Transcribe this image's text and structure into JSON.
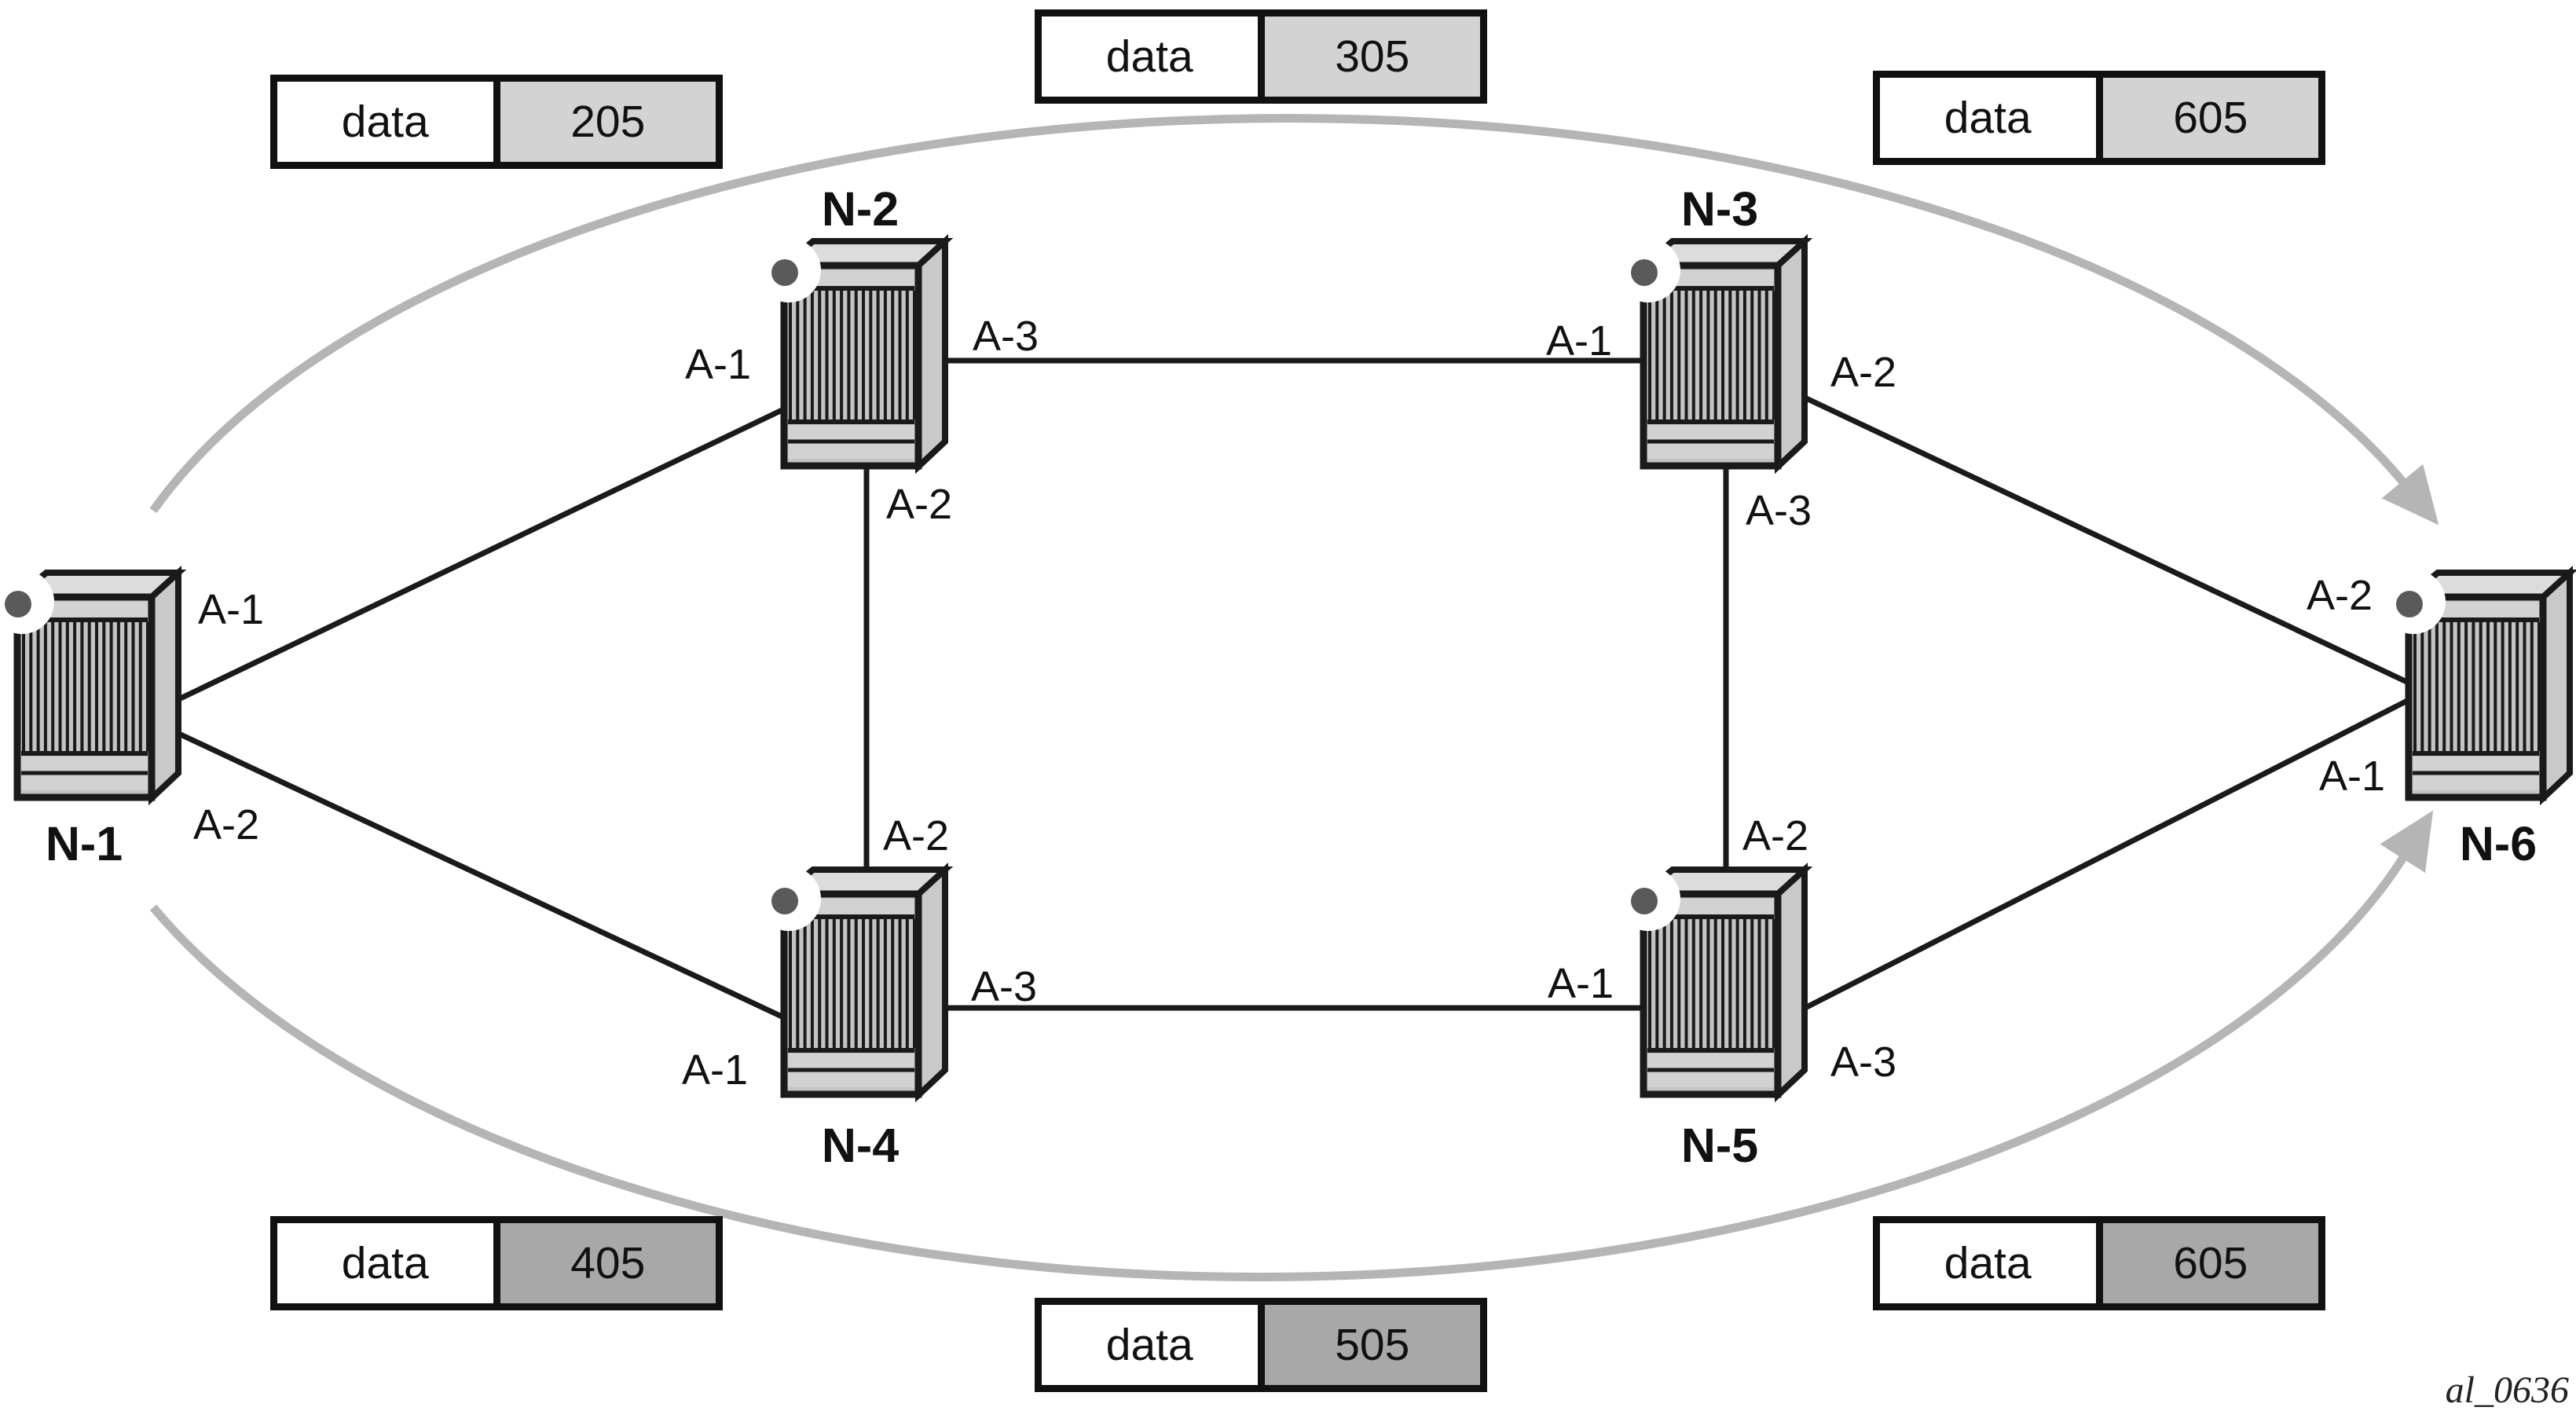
{
  "figure": {
    "watermark": "al_0636"
  },
  "packets": [
    {
      "field": "data",
      "value": "205",
      "shade": "light",
      "position": "top-left"
    },
    {
      "field": "data",
      "value": "305",
      "shade": "light",
      "position": "top-center"
    },
    {
      "field": "data",
      "value": "605",
      "shade": "light",
      "position": "top-right"
    },
    {
      "field": "data",
      "value": "405",
      "shade": "dark",
      "position": "bottom-left"
    },
    {
      "field": "data",
      "value": "505",
      "shade": "dark",
      "position": "bottom-center"
    },
    {
      "field": "data",
      "value": "605",
      "shade": "dark",
      "position": "bottom-right"
    }
  ],
  "nodes": [
    {
      "label": "N-1",
      "ports": [
        {
          "label": "A-1"
        },
        {
          "label": "A-2"
        }
      ]
    },
    {
      "label": "N-2",
      "ports": [
        {
          "label": "A-1"
        },
        {
          "label": "A-3"
        },
        {
          "label": "A-2"
        }
      ]
    },
    {
      "label": "N-3",
      "ports": [
        {
          "label": "A-1"
        },
        {
          "label": "A-2"
        },
        {
          "label": "A-3"
        }
      ]
    },
    {
      "label": "N-4",
      "ports": [
        {
          "label": "A-2"
        },
        {
          "label": "A-3"
        },
        {
          "label": "A-1"
        }
      ]
    },
    {
      "label": "N-5",
      "ports": [
        {
          "label": "A-2"
        },
        {
          "label": "A-1"
        },
        {
          "label": "A-3"
        }
      ]
    },
    {
      "label": "N-6",
      "ports": [
        {
          "label": "A-2"
        },
        {
          "label": "A-1"
        }
      ]
    }
  ],
  "links": [
    {
      "from": "N-1:A-1",
      "to": "N-2:A-1"
    },
    {
      "from": "N-1:A-2",
      "to": "N-4:A-1"
    },
    {
      "from": "N-2:A-3",
      "to": "N-3:A-1"
    },
    {
      "from": "N-2:A-2",
      "to": "N-4:A-2"
    },
    {
      "from": "N-3:A-3",
      "to": "N-5:A-2"
    },
    {
      "from": "N-3:A-2",
      "to": "N-6:A-2"
    },
    {
      "from": "N-4:A-3",
      "to": "N-5:A-1"
    },
    {
      "from": "N-5:A-3",
      "to": "N-6:A-1"
    }
  ],
  "flows": [
    {
      "route": "top arc",
      "direction": "N-1 to N-6"
    },
    {
      "route": "bottom arc",
      "direction": "N-1 to N-6"
    }
  ],
  "colors": {
    "line_black": "#1a1a1a",
    "arc_gray": "#b5b5b5",
    "cell_light_gray": "#d3d3d3",
    "cell_dark_gray": "#a8a8a8",
    "node_front": "#c4c4c4",
    "node_band": "#d2d2d2",
    "node_top": "#dcdcdc",
    "node_side": "#c9c9c9",
    "led_dot": "#5a5a5a"
  }
}
